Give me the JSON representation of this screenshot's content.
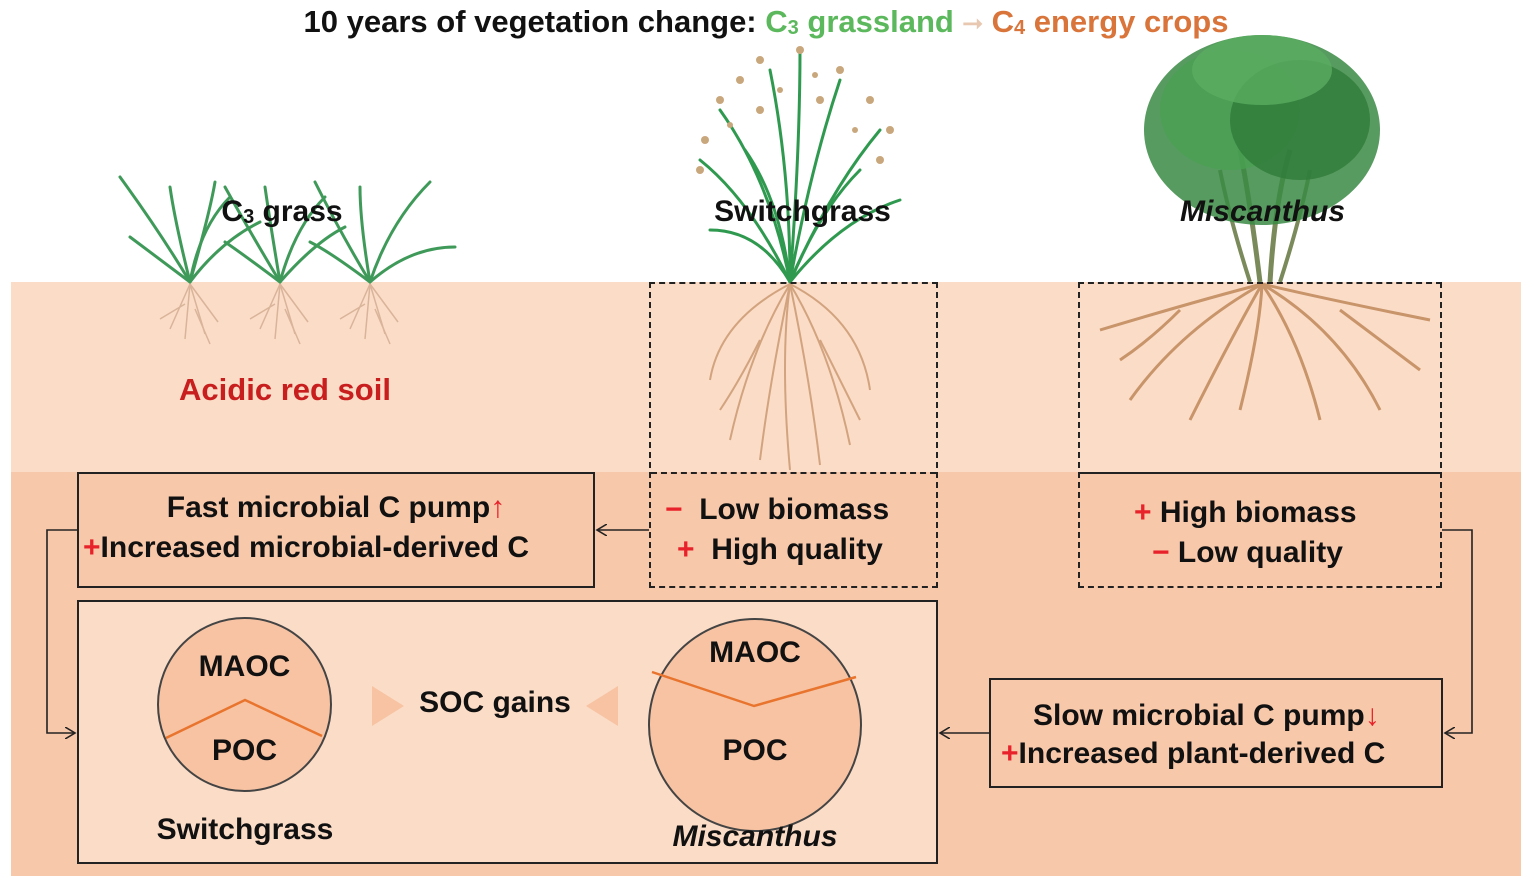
{
  "header": {
    "title_prefix": "10 years of vegetation change: ",
    "c3_letter": "C",
    "c3_sub": "3",
    "c3_rest": " grassland",
    "c4_letter": "C",
    "c4_sub": "4",
    "c4_rest": " energy crops"
  },
  "plants": {
    "c3_letter": "C",
    "c3_sub": "3",
    "c3_rest": " grass",
    "switchgrass": "Switchgrass",
    "miscanthus": "Miscanthus"
  },
  "soil": {
    "label": "Acidic red soil"
  },
  "switchgrass_traits": {
    "line1_sign": "−",
    "line1_text": "Low biomass",
    "line2_sign": "+",
    "line2_text": "High quality"
  },
  "miscanthus_traits": {
    "line1_sign": "+",
    "line1_text": "High biomass",
    "line2_sign": "−",
    "line2_text": "Low quality"
  },
  "fast_pump": {
    "line1": "Fast microbial C pump",
    "line1_arrow": "↑",
    "line2_sign": "+",
    "line2": "Increased microbial-derived C"
  },
  "slow_pump": {
    "line1": "Slow microbial C pump",
    "line1_arrow": "↓",
    "line2_sign": "+",
    "line2": "Increased plant-derived C"
  },
  "soc": {
    "center_label": "SOC gains",
    "left_circle": {
      "top": "MAOC",
      "bottom": "POC",
      "caption": "Switchgrass"
    },
    "right_circle": {
      "top": "MAOC",
      "bottom": "POC",
      "caption": "Miscanthus"
    }
  },
  "colors": {
    "c3_green": "#5cb85c",
    "c4_orange": "#d9743a",
    "soil_label_red": "#c81e1e",
    "sign_red": "#e8222a",
    "soil_top": "#fbdcc7",
    "soil_bottom": "#f8c8aa"
  }
}
